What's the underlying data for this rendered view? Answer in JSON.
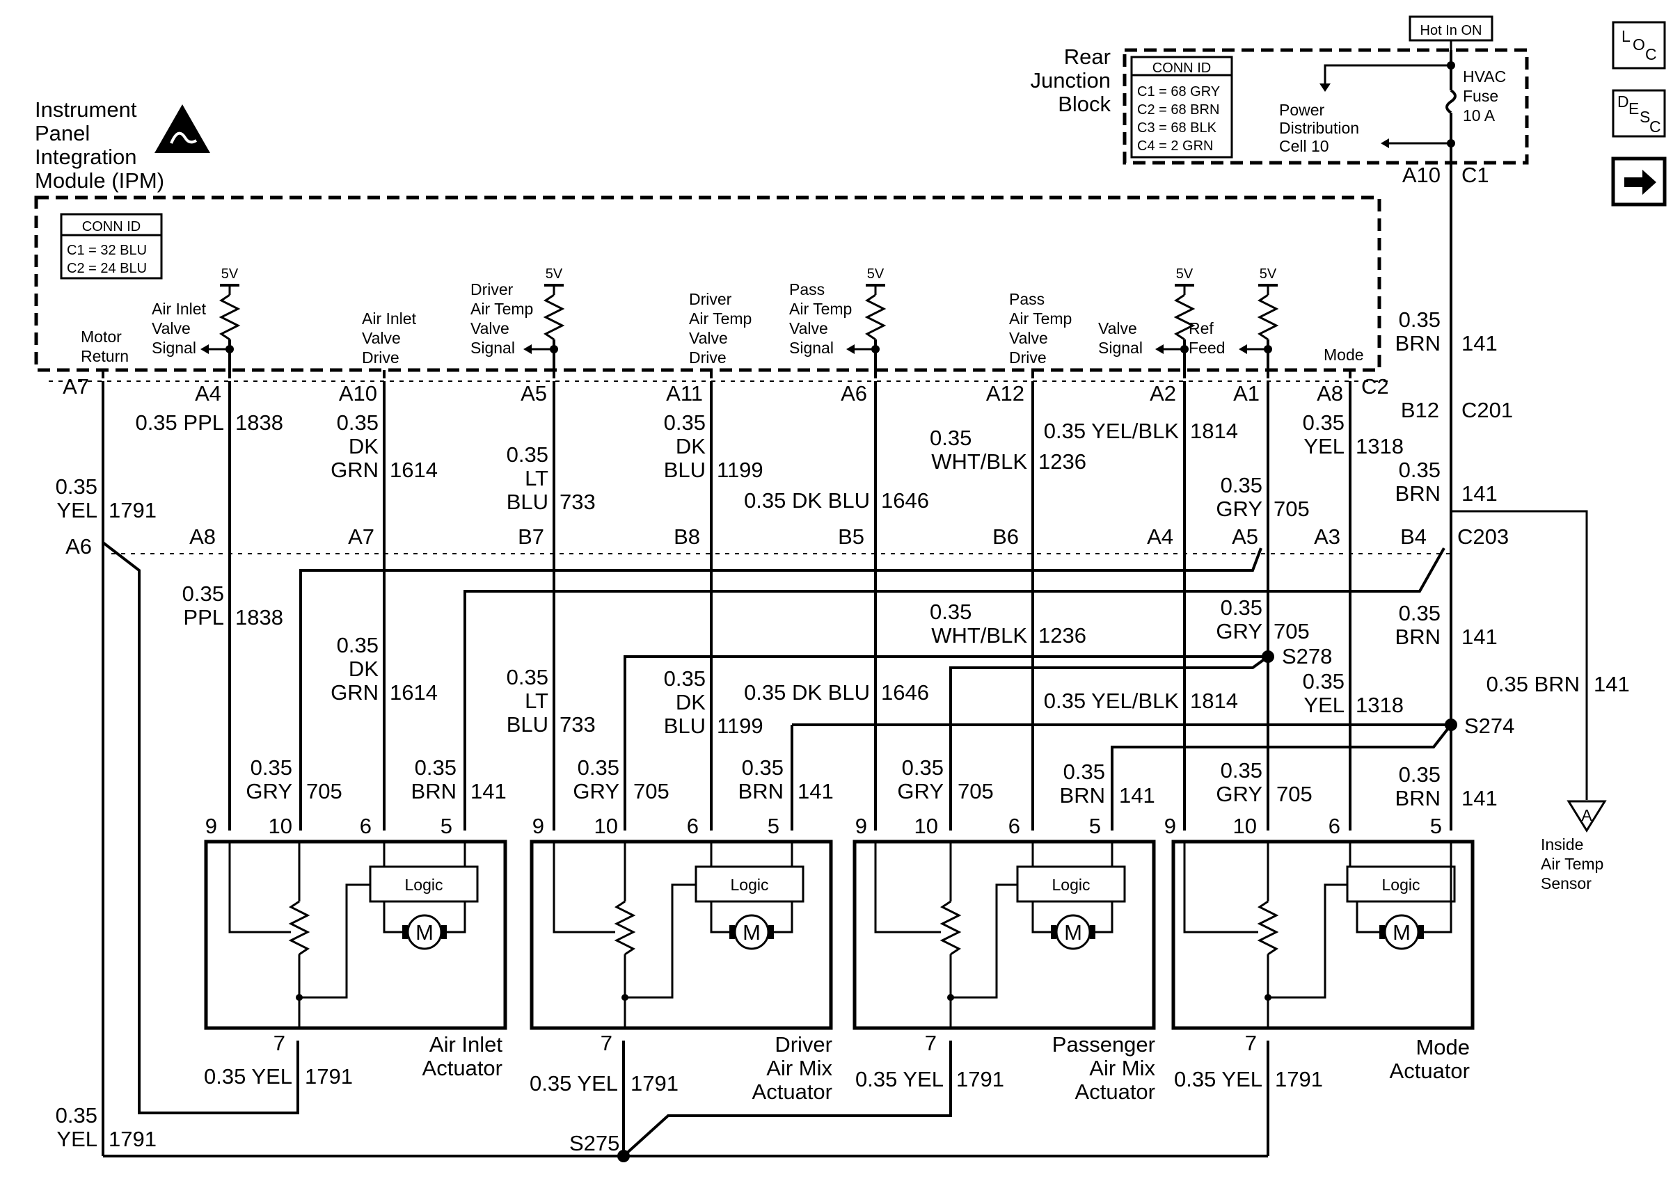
{
  "rjb": {
    "title": [
      "Rear",
      "Junction",
      "Block"
    ],
    "hot": "Hot In ON",
    "conn_id": "CONN ID",
    "conn": [
      "C1 = 68 GRY",
      "C2 = 68 BRN",
      "C3 = 68 BLK",
      "C4 = 2 GRN"
    ],
    "fuse": [
      "HVAC",
      "Fuse",
      "10 A"
    ],
    "pdc": [
      "Power",
      "Distribution",
      "Cell 10"
    ],
    "pin_a10": "A10",
    "pin_c1": "C1"
  },
  "ipm": {
    "title": [
      "Instrument",
      "Panel",
      "Integration",
      "Module (IPM)"
    ],
    "conn_id": "CONN ID",
    "conn": [
      "C1 = 32 BLU",
      "C2 = 24 BLU"
    ],
    "volt": "5V",
    "motor_return": [
      "Motor",
      "Return"
    ],
    "air_inlet_signal": [
      "Air Inlet",
      "Valve",
      "Signal"
    ],
    "air_inlet_drive": [
      "Air Inlet",
      "Valve",
      "Drive"
    ],
    "drv_temp_signal": [
      "Driver",
      "Air Temp",
      "Valve",
      "Signal"
    ],
    "drv_temp_drive": [
      "Driver",
      "Air Temp",
      "Valve",
      "Drive"
    ],
    "pass_temp_signal": [
      "Pass",
      "Air Temp",
      "Valve",
      "Signal"
    ],
    "pass_temp_drive": [
      "Pass",
      "Air Temp",
      "Valve",
      "Drive"
    ],
    "valve_signal": [
      "Valve",
      "Signal"
    ],
    "ref_feed": [
      "Ref",
      "Feed"
    ],
    "mode": "Mode",
    "c2": "C2"
  },
  "top_pins": [
    "A7",
    "A4",
    "A10",
    "A5",
    "A11",
    "A6",
    "A12",
    "A2",
    "A1",
    "A8"
  ],
  "c203_pins": [
    "A6",
    "A8",
    "A7",
    "B7",
    "B8",
    "B5",
    "B6",
    "A4",
    "A5",
    "A3",
    "B4"
  ],
  "connectors": {
    "b12": "B12",
    "c201": "C201",
    "c203": "C203"
  },
  "splices": {
    "s278": "S278",
    "s274": "S274",
    "s275": "S275"
  },
  "wires_upper": {
    "w1838": [
      "0.35 PPL",
      "1838"
    ],
    "w1614": [
      "0.35",
      "DK",
      "GRN",
      "1614"
    ],
    "w733": [
      "0.35",
      "LT",
      "BLU",
      "733"
    ],
    "w1199": [
      "0.35",
      "DK",
      "BLU",
      "1199"
    ],
    "w1646": [
      "0.35 DK BLU",
      "1646"
    ],
    "w1236": [
      "0.35",
      "WHT/BLK",
      "1236"
    ],
    "w1814": [
      "0.35 YEL/BLK",
      "1814"
    ],
    "w705": [
      "0.35",
      "GRY",
      "705"
    ],
    "w1318": [
      "0.35",
      "YEL",
      "1318"
    ],
    "w141a": [
      "0.35",
      "BRN",
      "141"
    ],
    "w141b": [
      "0.35",
      "BRN",
      "141"
    ],
    "w1791": [
      "0.35",
      "YEL",
      "1791"
    ]
  },
  "wires_lower": {
    "w1838": [
      "0.35",
      "PPL",
      "1838"
    ],
    "w1614": [
      "0.35",
      "DK",
      "GRN",
      "1614"
    ],
    "w733": [
      "0.35",
      "LT",
      "BLU",
      "733"
    ],
    "w1199": [
      "0.35",
      "DK",
      "BLU",
      "1199"
    ],
    "w1646": [
      "0.35 DK BLU",
      "1646"
    ],
    "w1236": [
      "0.35",
      "WHT/BLK",
      "1236"
    ],
    "w1814": [
      "0.35 YEL/BLK",
      "1814"
    ],
    "w705": [
      "0.35",
      "GRY",
      "705"
    ],
    "w1318": [
      "0.35",
      "YEL",
      "1318"
    ],
    "w141": [
      "0.35",
      "BRN",
      "141"
    ],
    "w141_side": [
      "0.35 BRN",
      "141"
    ]
  },
  "act_wires": {
    "gry": [
      "0.35",
      "GRY",
      "705"
    ],
    "brn": [
      "0.35",
      "BRN",
      "141"
    ],
    "yel": [
      "0.35 YEL",
      "1791"
    ]
  },
  "pin_numbers": [
    "9",
    "10",
    "6",
    "5"
  ],
  "pin_seven": "7",
  "logic": "Logic",
  "motor": "M",
  "actuators": [
    [
      "Air Inlet",
      "Actuator"
    ],
    [
      "Driver",
      "Air Mix",
      "Actuator"
    ],
    [
      "Passenger",
      "Air Mix",
      "Actuator"
    ],
    [
      "Mode",
      "Actuator"
    ]
  ],
  "bottom_1791": [
    "0.35",
    "YEL",
    "1791"
  ],
  "sensor": {
    "letter": "A",
    "label": [
      "Inside",
      "Air Temp",
      "Sensor"
    ]
  },
  "nav": {
    "loc": [
      "L",
      "O",
      "C"
    ],
    "desc": [
      "D",
      "E",
      "S",
      "C"
    ],
    "arrow_icon": "right-arrow-icon"
  }
}
